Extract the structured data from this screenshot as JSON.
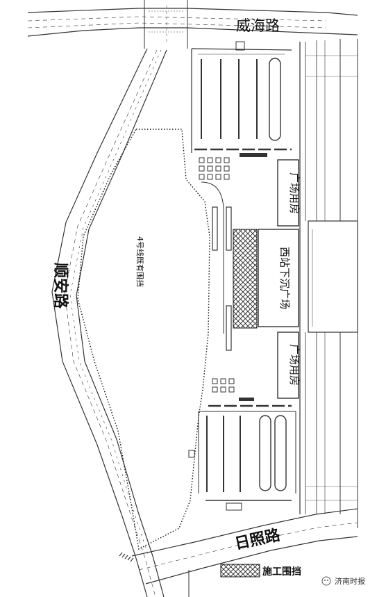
{
  "roads": {
    "weihai": "威海路",
    "shunan": "顺安路",
    "rizhao": "日照路"
  },
  "buildings": {
    "plaza_upper": "广场用房",
    "west_sunken_plaza": "西站下沉广场",
    "plaza_lower": "广场用房"
  },
  "fence_label": "4号线既有围挡",
  "legend": {
    "construction_fence": "施工围挡"
  },
  "watermark": "济南时报"
}
